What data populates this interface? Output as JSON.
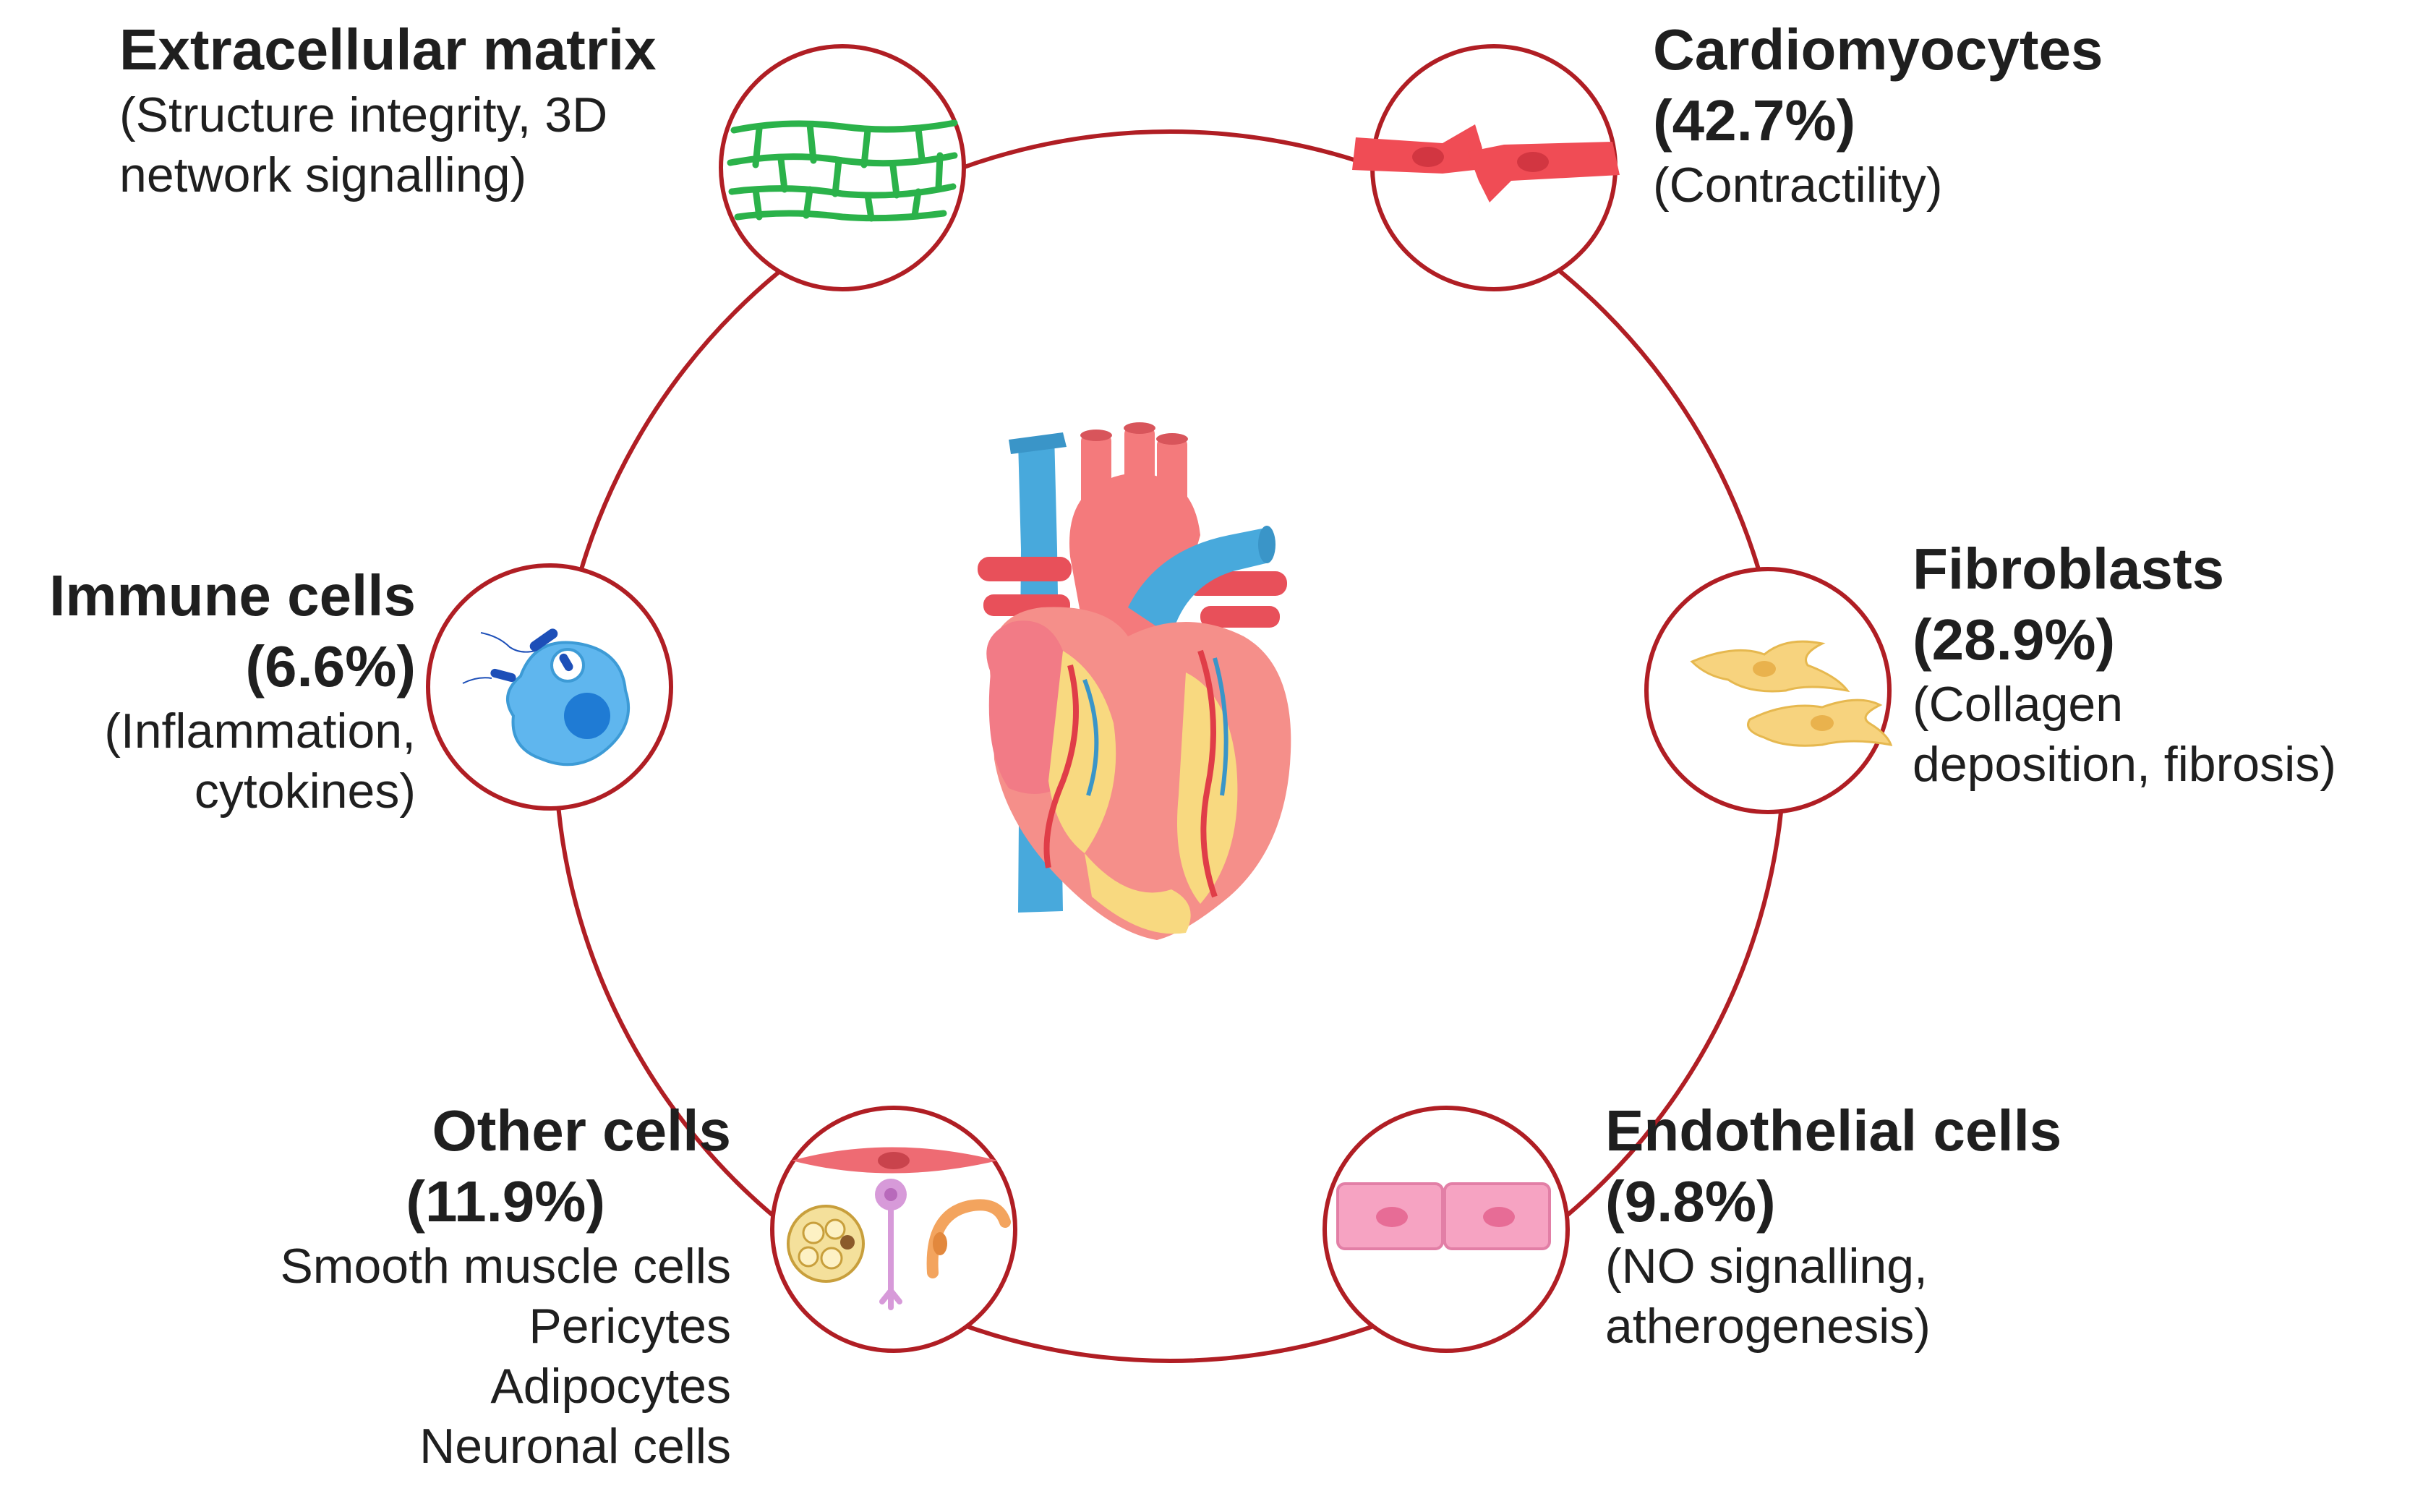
{
  "accent_color": "#b01e24",
  "center_icon": "heart-icon",
  "nodes": {
    "ecm": {
      "icon": "ecm-network-icon",
      "title": "Extracellular matrix",
      "description_lines": [
        "(Structure integrity, 3D",
        "network signalling)"
      ]
    },
    "cardiomyocytes": {
      "icon": "cardiomyocyte-icon",
      "title": "Cardiomyocytes",
      "percent": "(42.7%)",
      "description_lines": [
        "(Contractility)"
      ]
    },
    "fibroblasts": {
      "icon": "fibroblast-icon",
      "title": "Fibroblasts",
      "percent": "(28.9%)",
      "description_lines": [
        "(Collagen",
        "deposition, fibrosis)"
      ]
    },
    "endothelial": {
      "icon": "endothelial-cell-icon",
      "title": "Endothelial cells",
      "percent": "(9.8%)",
      "description_lines": [
        "(NO signalling,",
        "atherogenesis)"
      ]
    },
    "other": {
      "icon": "other-cells-icon",
      "title": "Other cells",
      "percent": "(11.9%)",
      "description_lines": [
        "Smooth muscle cells",
        "Pericytes",
        "Adipocytes",
        "Neuronal cells"
      ]
    },
    "immune": {
      "icon": "immune-cell-icon",
      "title": "Immune cells",
      "percent": "(6.6%)",
      "description_lines": [
        "(Inflammation,",
        "cytokines)"
      ]
    }
  }
}
